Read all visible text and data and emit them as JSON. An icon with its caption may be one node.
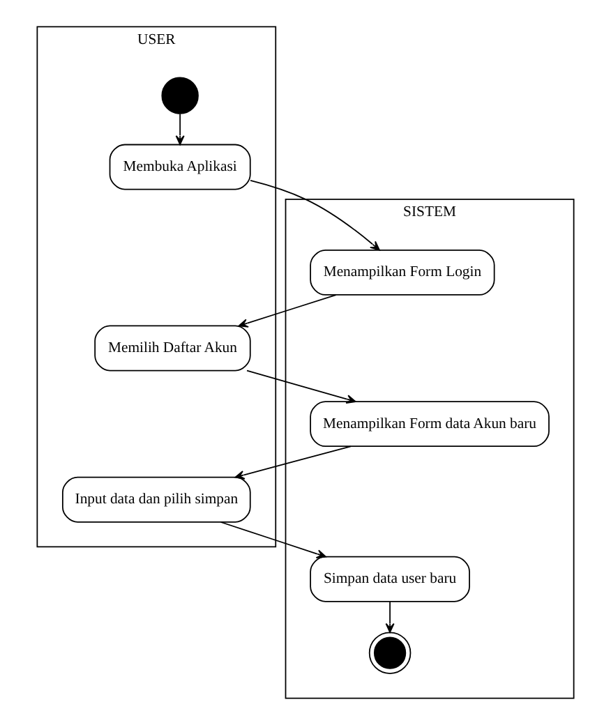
{
  "diagram": {
    "nodes": [
      {
        "text": [
          "USER"
        ]
      },
      {
        "text": [
          "SISTEM"
        ]
      },
      {
        "text": [],
        "shape": "circle",
        "in": 0
      },
      {
        "text": [
          "Membuka Aplikasi"
        ],
        "in": 0
      },
      {
        "text": [
          "Menampilkan Form Login"
        ],
        "in": 1
      },
      {
        "text": [
          "Memilih Daftar Akun"
        ],
        "in": 0
      },
      {
        "text": [
          "Menampilkan Form data Akun baru"
        ],
        "in": 1
      },
      {
        "text": [
          "Input data dan pilih simpan"
        ],
        "in": 0
      },
      {
        "text": [
          "Simpan data user baru"
        ],
        "in": 1
      },
      {
        "text": [],
        "shape": "bullseye",
        "in": 1
      }
    ],
    "edges": [
      {
        "from": 2,
        "to": 3,
        "arrow": "to"
      },
      {
        "from": 3,
        "to": 4,
        "arrow": "to"
      },
      {
        "from": 4,
        "to": 5,
        "arrow": "to"
      },
      {
        "from": 5,
        "to": 6,
        "arrow": "to"
      },
      {
        "from": 6,
        "to": 7,
        "arrow": "to"
      },
      {
        "from": 7,
        "to": 8,
        "arrow": "to"
      },
      {
        "from": 8,
        "to": 9,
        "arrow": "to"
      }
    ]
  }
}
